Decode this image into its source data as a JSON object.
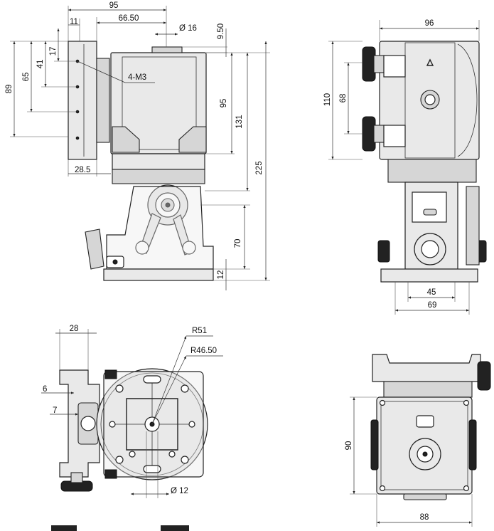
{
  "views": {
    "front": {
      "dims": {
        "w95": "95",
        "w66": "66.50",
        "w11": "11",
        "phi16": "Ø 16",
        "d950": "9.50",
        "h89": "89",
        "h65": "65",
        "h41": "41",
        "h17": "17",
        "m3": "4-M3",
        "h95": "95",
        "h131": "131",
        "h225": "225",
        "h70": "70",
        "h12": "12",
        "w285": "28.5"
      }
    },
    "side": {
      "dims": {
        "w96": "96",
        "h110": "110",
        "h68": "68",
        "w45": "45",
        "w69": "69"
      }
    },
    "bottom": {
      "dims": {
        "w28": "28",
        "d6": "6",
        "d7": "7",
        "r51": "R51",
        "r4650": "R46.50",
        "phi12": "Ø 12"
      }
    },
    "rear": {
      "dims": {
        "h90": "90",
        "w88": "88"
      }
    }
  }
}
